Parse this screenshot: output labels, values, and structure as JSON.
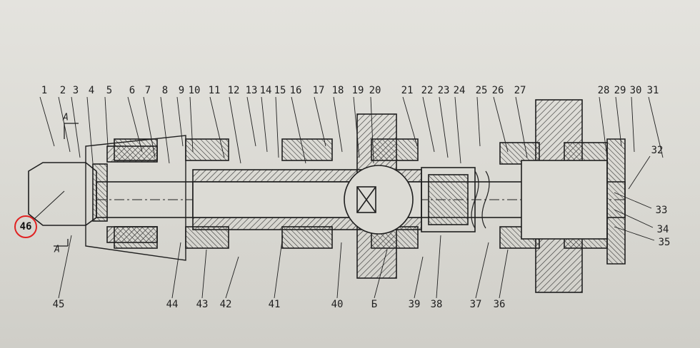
{
  "parts_top": [
    "1",
    "2",
    "3",
    "4",
    "5",
    "6",
    "7",
    "8",
    "9",
    "10",
    "11",
    "12",
    "13",
    "14",
    "15",
    "16",
    "17",
    "18",
    "19",
    "20",
    "21",
    "22",
    "23",
    "24",
    "25",
    "26",
    "27",
    "28",
    "29",
    "30",
    "31",
    "32"
  ],
  "parts_right": [
    "33",
    "34",
    "35"
  ],
  "parts_bottom": [
    "45",
    "44",
    "43",
    "42",
    "41",
    "40",
    "Б",
    "39",
    "38",
    "37",
    "36"
  ],
  "highlighted_part": "46",
  "section_mark": "А",
  "colors": {
    "paper": "#dad9d3",
    "ink": "#1f1f1f",
    "highlight": "#e02222"
  }
}
